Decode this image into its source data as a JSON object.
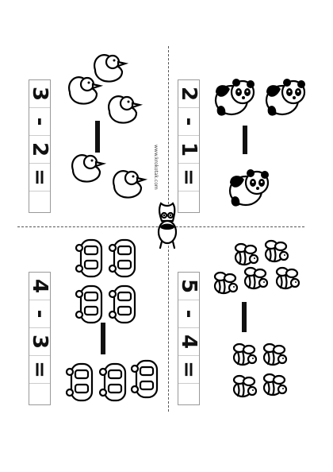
{
  "website": "www.krokotak.com",
  "problems": [
    {
      "a": "3",
      "op": "-",
      "b": "2",
      "eq": "=",
      "answer": ""
    },
    {
      "a": "2",
      "op": "-",
      "b": "1",
      "eq": "=",
      "answer": ""
    },
    {
      "a": "4",
      "op": "-",
      "b": "3",
      "eq": "=",
      "answer": ""
    },
    {
      "a": "5",
      "op": "-",
      "b": "4",
      "eq": "=",
      "answer": ""
    }
  ],
  "icons": {
    "ducks": "duck-icon",
    "pandas": "panda-icon",
    "cars": "car-icon",
    "bees": "bee-icon",
    "mascot": "crocodile-mascot-icon"
  }
}
